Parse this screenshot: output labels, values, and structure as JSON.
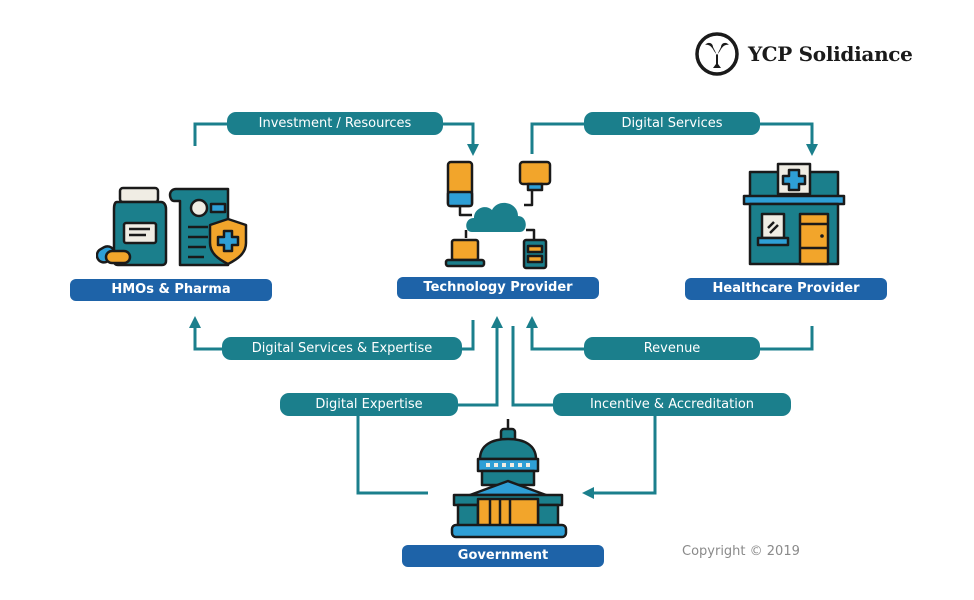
{
  "brand": {
    "name": "YCP Solidiance",
    "logo_icon": "ycp-emblem-icon"
  },
  "nodes": {
    "hmos_pharma": {
      "label": "HMOs & Pharma",
      "icon": "medicine-and-insurance-icon"
    },
    "technology_provider": {
      "label": "Technology Provider",
      "icon": "cloud-network-icon"
    },
    "healthcare_provider": {
      "label": "Healthcare Provider",
      "icon": "clinic-building-icon"
    },
    "government": {
      "label": "Government",
      "icon": "capitol-building-icon"
    }
  },
  "flows": [
    {
      "label": "Investment / Resources",
      "from": "HMOs & Pharma",
      "to": "Technology Provider"
    },
    {
      "label": "Digital Services",
      "from": "Technology Provider",
      "to": "Healthcare Provider"
    },
    {
      "label": "Digital Services & Expertise",
      "from": "Technology Provider",
      "to": "HMOs & Pharma"
    },
    {
      "label": "Revenue",
      "from": "Healthcare Provider",
      "to": "Technology Provider"
    },
    {
      "label": "Digital Expertise",
      "from": "Government",
      "to": "Technology Provider"
    },
    {
      "label": "Incentive & Accreditation",
      "from": "Technology Provider",
      "to": "Government"
    }
  ],
  "colors": {
    "teal": "#1b7f8c",
    "blue": "#1e63a8",
    "orange": "#f2a52b",
    "light_blue": "#2e9fd6",
    "outline": "#1a1a1a"
  },
  "footer": {
    "copyright": "Copyright © 2019"
  }
}
